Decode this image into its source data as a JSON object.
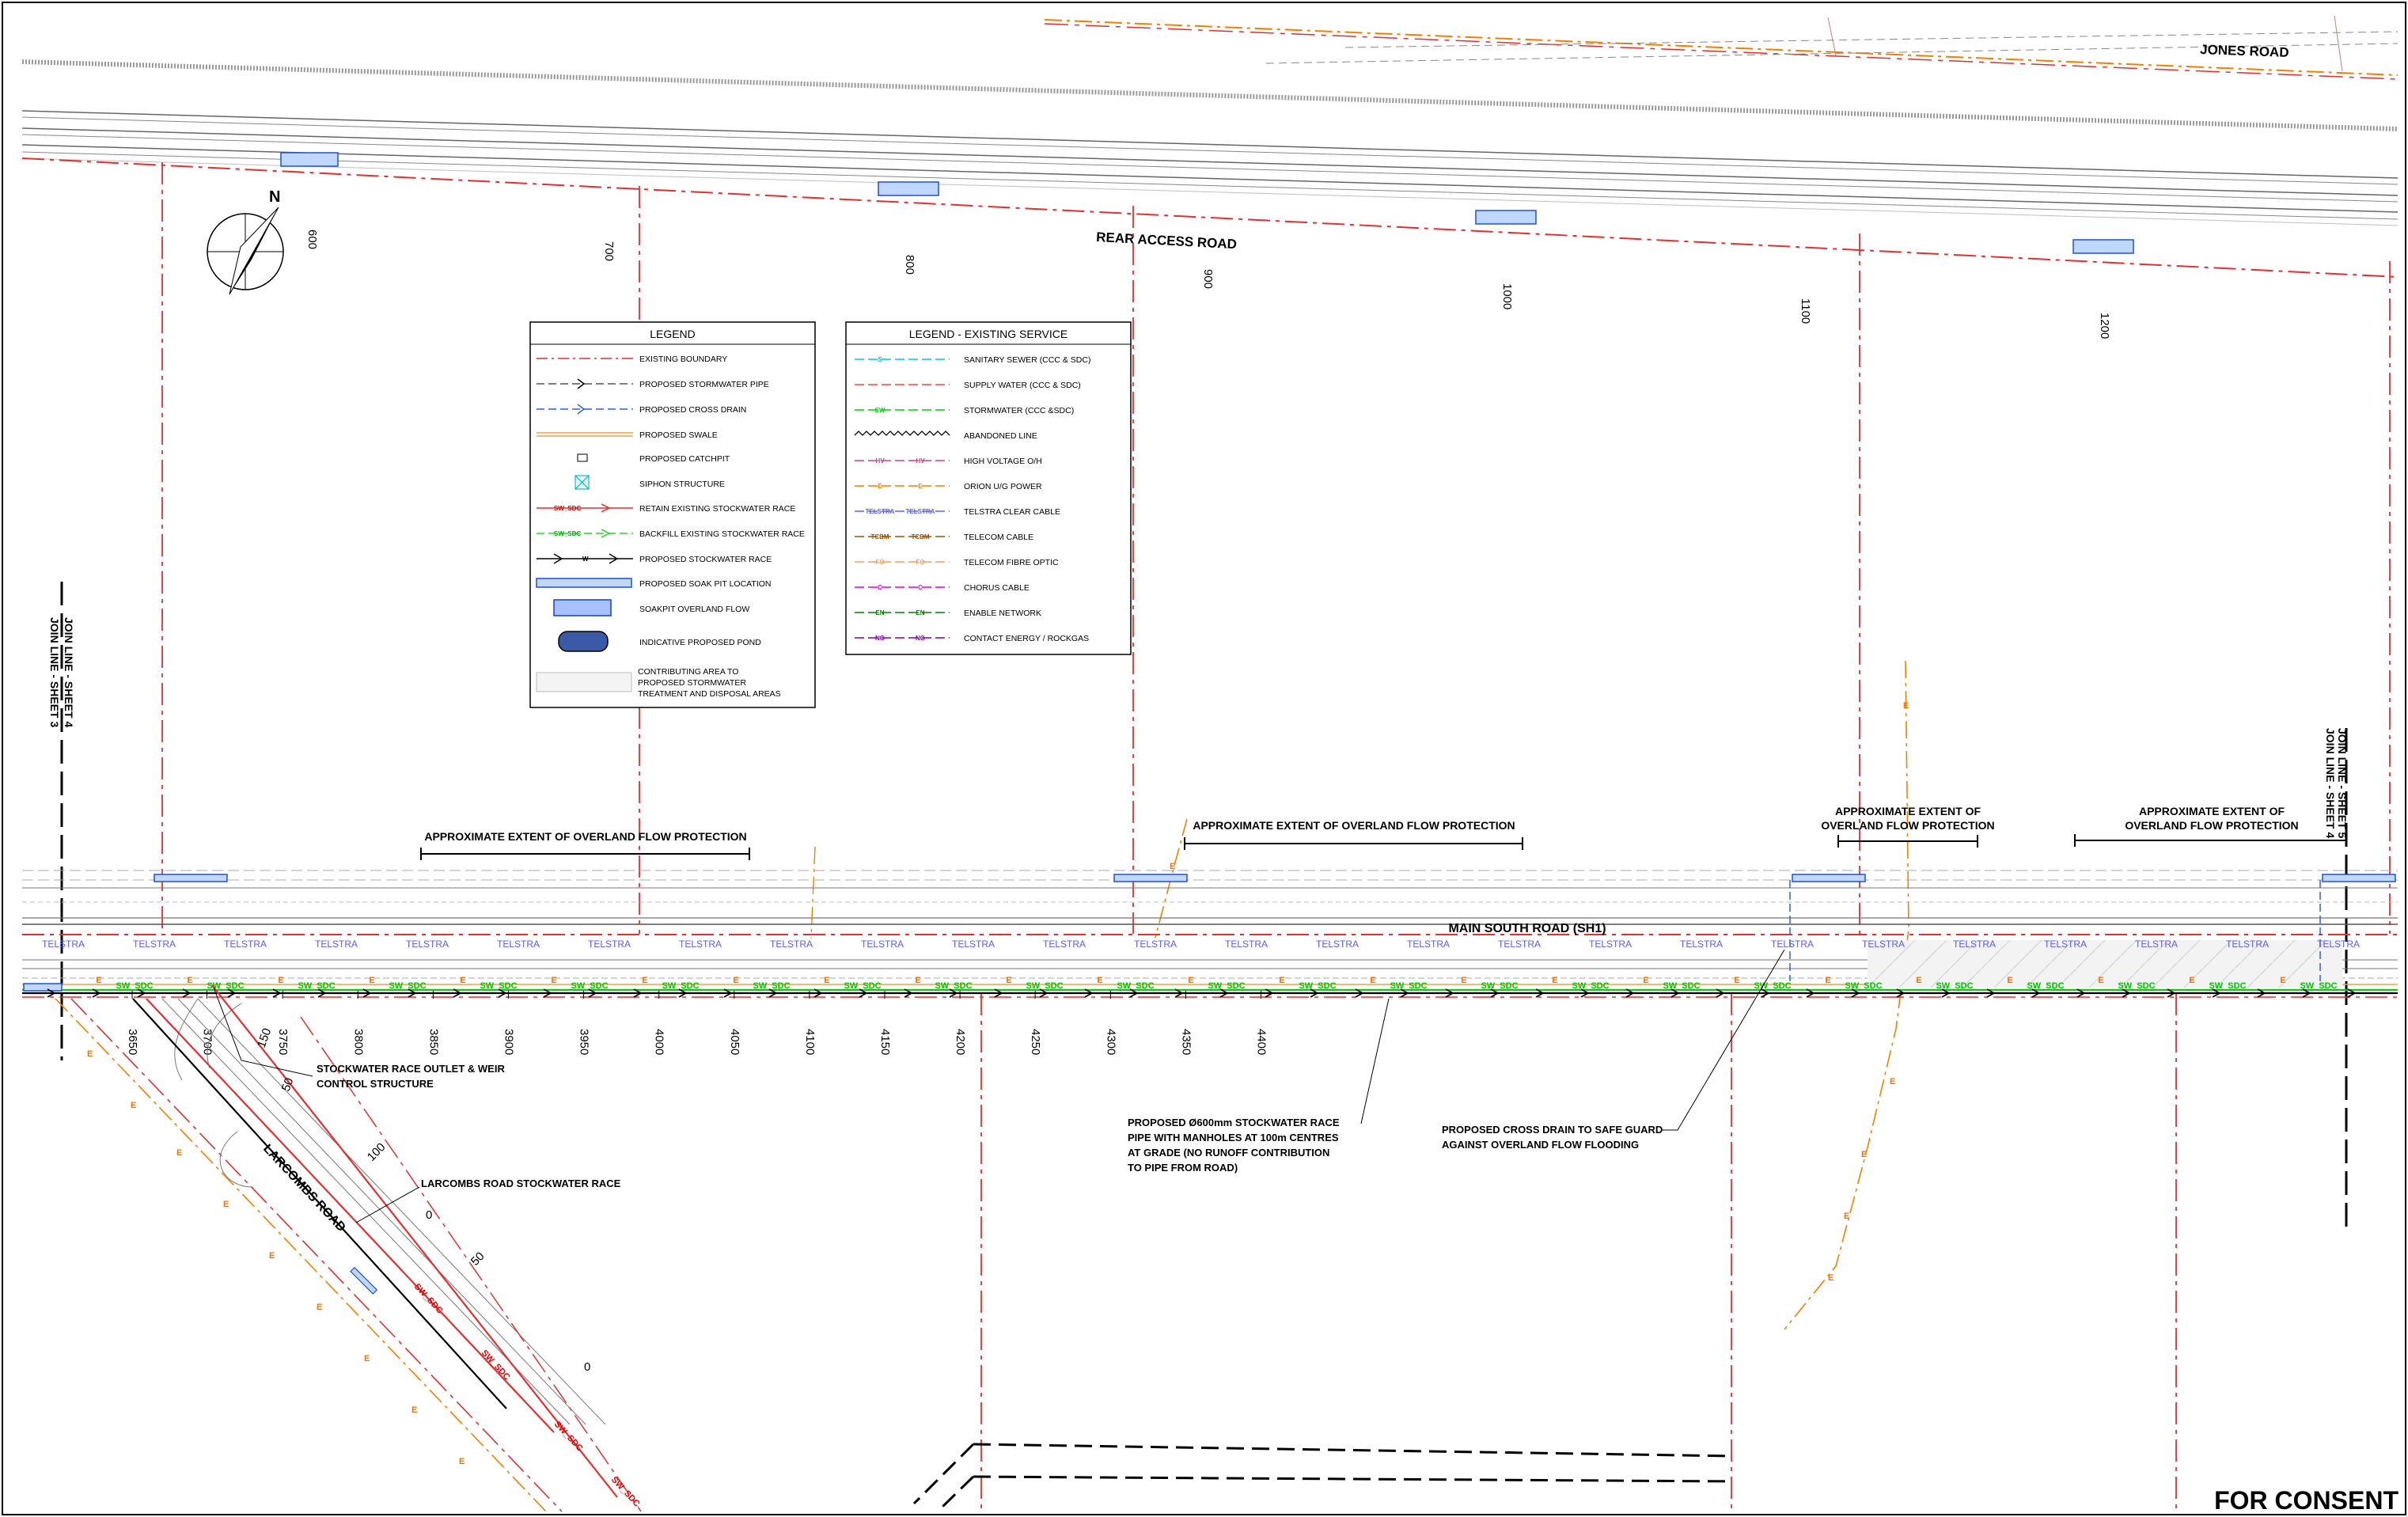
{
  "roads": {
    "jones": "JONES ROAD",
    "rear_access": "REAR ACCESS ROAD",
    "main_south": "MAIN SOUTH ROAD (SH1)",
    "larcombs": "LARCOMBS ROAD"
  },
  "north_label": "N",
  "join_lines": {
    "left_a": "JOIN LINE - SHEET 4",
    "left_b": "JOIN LINE - SHEET 3",
    "right_a": "JOIN LINE - SHEET 5",
    "right_b": "JOIN LINE - SHEET 4"
  },
  "chainages_top": [
    "600",
    "700",
    "800",
    "900",
    "1000",
    "1100",
    "1200"
  ],
  "chainages_main": [
    "3650",
    "3700",
    "3750",
    "3800",
    "3850",
    "3900",
    "3950",
    "4000",
    "4050",
    "4100",
    "4150",
    "4200",
    "4250",
    "4300",
    "4350",
    "4400"
  ],
  "chainages_larcombs": [
    "150",
    "50",
    "100",
    "0",
    "50",
    "0"
  ],
  "overland": {
    "label": "APPROXIMATE EXTENT OF OVERLAND FLOW PROTECTION",
    "label_line1": "APPROXIMATE EXTENT OF",
    "label_line2": "OVERLAND FLOW PROTECTION"
  },
  "service_tags": {
    "telstra": "TELSTRA",
    "sw_sdc": "SW_SDC",
    "orion": "E"
  },
  "annotations": {
    "outlet": [
      "STOCKWATER RACE OUTLET & WEIR",
      "CONTROL STRUCTURE"
    ],
    "larcombs_race": "LARCOMBS ROAD STOCKWATER RACE",
    "proposed_pipe": [
      "PROPOSED Ø600mm STOCKWATER RACE",
      "PIPE WITH MANHOLES AT 100m CENTRES",
      "AT GRADE (NO RUNOFF CONTRIBUTION",
      "TO PIPE FROM ROAD)"
    ],
    "cross_drain": [
      "PROPOSED CROSS DRAIN TO SAFE GUARD",
      "AGAINST OVERLAND FLOW FLOODING"
    ]
  },
  "legend": {
    "title": "LEGEND",
    "items": [
      {
        "label": "EXISTING BOUNDARY",
        "symbol": "boundary"
      },
      {
        "label": "PROPOSED STORMWATER PIPE",
        "symbol": "sw-pipe"
      },
      {
        "label": "PROPOSED CROSS DRAIN",
        "symbol": "cross-drain"
      },
      {
        "label": "PROPOSED SWALE",
        "symbol": "swale"
      },
      {
        "label": "PROPOSED CATCHPIT",
        "symbol": "catchpit"
      },
      {
        "label": "SIPHON STRUCTURE",
        "symbol": "siphon"
      },
      {
        "label": "RETAIN EXISTING STOCKWATER RACE",
        "symbol": "retain",
        "tag": "SW_SDC"
      },
      {
        "label": "BACKFILL EXISTING STOCKWATER RACE",
        "symbol": "backfill",
        "tag": "SW_SDC"
      },
      {
        "label": "PROPOSED STOCKWATER RACE",
        "symbol": "prop-race",
        "tag": "W"
      },
      {
        "label": "PROPOSED SOAK PIT LOCATION",
        "symbol": "soakpit"
      },
      {
        "label": "SOAKPIT OVERLAND FLOW",
        "symbol": "soakpit-flow"
      },
      {
        "label": "INDICATIVE PROPOSED POND",
        "symbol": "pond"
      }
    ],
    "contributing": [
      "CONTRIBUTING AREA TO",
      "PROPOSED STORMWATER",
      "TREATMENT AND DISPOSAL AREAS"
    ]
  },
  "legend_existing": {
    "title": "LEGEND - EXISTING SERVICE",
    "items": [
      {
        "label": "SANITARY SEWER (CCC & SDC)",
        "tag": "S",
        "color": "#00c8e0"
      },
      {
        "label": "SUPPLY WATER (CCC & SDC)",
        "tag": "",
        "color": "#ff4040"
      },
      {
        "label": "STORMWATER (CCC &SDC)",
        "tag": "SW",
        "color": "#00d000"
      },
      {
        "label": "ABANDONED LINE",
        "tag": "",
        "color": "#000000"
      },
      {
        "label": "HIGH VOLTAGE O/H",
        "tag": "HV",
        "color": "#d04080"
      },
      {
        "label": "ORION U/G POWER",
        "tag": "E",
        "color": "#f08000"
      },
      {
        "label": "TELSTRA CLEAR CABLE",
        "tag": "TELSTRA",
        "color": "#6060ff"
      },
      {
        "label": "TELECOM CABLE",
        "tag": "TCBM",
        "color": "#a05000"
      },
      {
        "label": "TELECOM FIBRE OPTIC",
        "tag": "FO",
        "color": "#f0a060"
      },
      {
        "label": "CHORUS CABLE",
        "tag": "C",
        "color": "#e000e0"
      },
      {
        "label": "ENABLE NETWORK",
        "tag": "EN",
        "color": "#008000"
      },
      {
        "label": "CONTACT ENERGY / ROCKGAS",
        "tag": "NG",
        "color": "#8000a0"
      }
    ]
  },
  "status": "FOR CONSENT"
}
